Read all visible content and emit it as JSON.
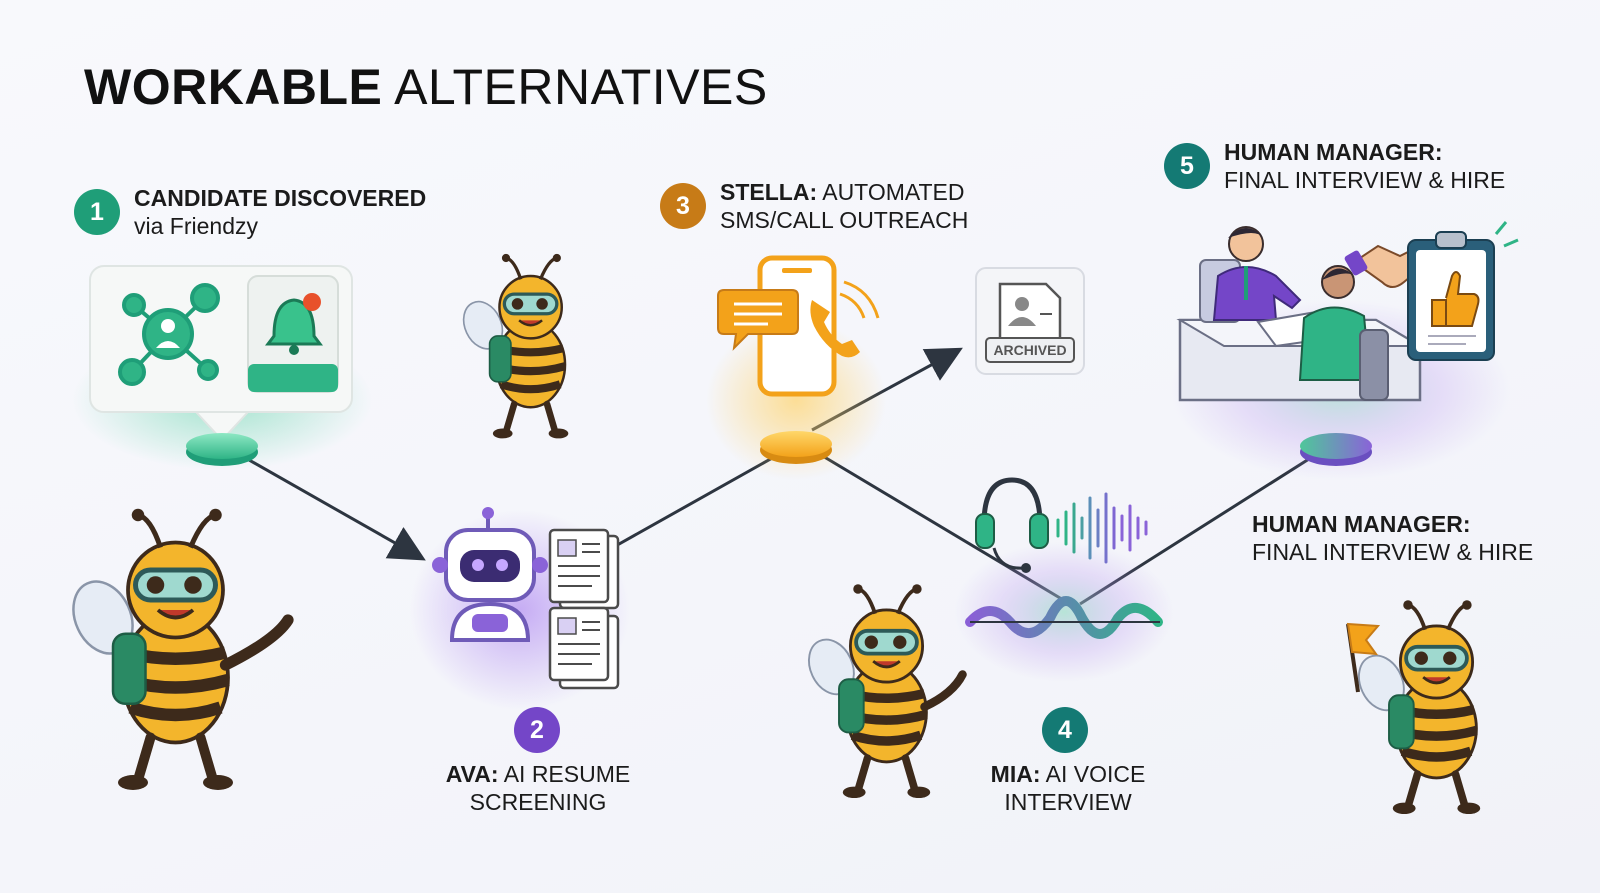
{
  "title": {
    "bold": "WORKABLE",
    "light": "ALTERNATIVES"
  },
  "colors": {
    "green": "#1f9e78",
    "purple": "#7446c8",
    "orange": "#c77b17",
    "teal": "#147a74",
    "bee_yellow": "#f3b52c",
    "bee_dark": "#3d2a1b"
  },
  "steps": [
    {
      "number": "1",
      "title": "CANDIDATE DISCOVERED",
      "subtitle": "via Friendzy"
    },
    {
      "number": "2",
      "title_bold": "AVA:",
      "title_rest": "AI RESUME",
      "subtitle": "SCREENING"
    },
    {
      "number": "3",
      "title_bold": "STELLA:",
      "title_rest": "AUTOMATED",
      "subtitle": "SMS/CALL OUTREACH"
    },
    {
      "number": "4",
      "title_bold": "MIA:",
      "title_rest": "AI VOICE",
      "subtitle": "INTERVIEW"
    },
    {
      "number": "5",
      "title": "HUMAN MANAGER:",
      "subtitle": "FINAL INTERVIEW & HIRE"
    }
  ],
  "side_label": {
    "title": "HUMAN MANAGER:",
    "subtitle": "FINAL INTERVIEW & HIRE"
  },
  "archived_label": "ARCHIVED",
  "icons": [
    "network-icon",
    "bell-icon",
    "robot-icon",
    "resume-icon",
    "phone-icon",
    "chat-bubble-icon",
    "archive-icon",
    "headset-icon",
    "soundwave-icon",
    "handshake-icon",
    "clipboard-thumbs-up-icon",
    "bee-mascot-icon",
    "flag-icon"
  ]
}
